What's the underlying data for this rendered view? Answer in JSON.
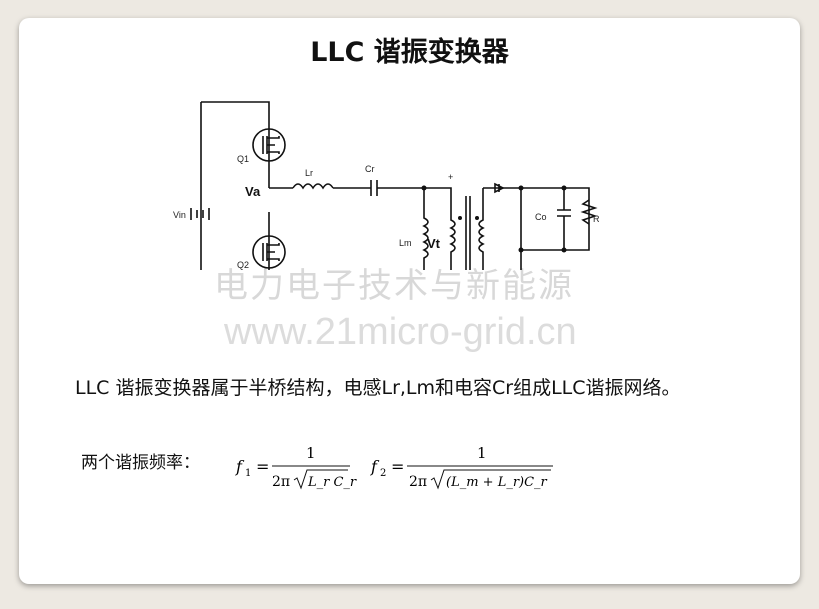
{
  "slide": {
    "title": "LLC 谐振变换器",
    "description": "LLC 谐振变换器属于半桥结构，电感Lr,Lm和电容Cr组成LLC谐振网络。",
    "freq_label": "两个谐振频率：",
    "watermark_cn": "电力电子技术与新能源",
    "watermark_url": "www.21micro-grid.cn"
  },
  "circuit": {
    "q1": "Q1",
    "q2": "Q2",
    "vin": "Vin",
    "va": "Va",
    "lr": "Lr",
    "cr": "Cr",
    "lm": "Lm",
    "vt": "Vt",
    "co": "Co",
    "rl": "Rl",
    "plus": "+",
    "minus": "-"
  },
  "formulas": {
    "f1": {
      "lhs": "f",
      "sub": "1",
      "num": "1",
      "den_pre": "2π",
      "den_rad": "L_r C_r"
    },
    "f2": {
      "lhs": "f",
      "sub": "2",
      "num": "1",
      "den_pre": "2π",
      "den_rad": "(L_m + L_r)C_r"
    }
  }
}
